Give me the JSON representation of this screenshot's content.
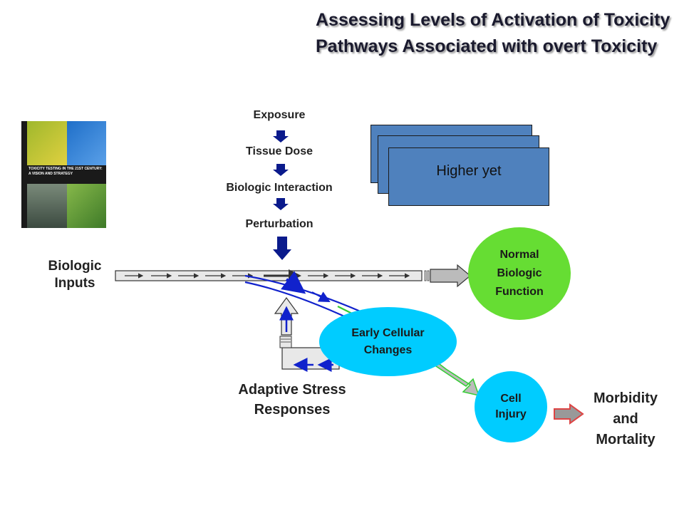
{
  "title": "Assessing Levels of Activation of Toxicity Pathways Associated with overt Toxicity",
  "cover": {
    "caption": "TOXICITY TESTING IN THE 21ST CENTURY: A VISION AND STRATEGY"
  },
  "steps": [
    "Exposure",
    "Tissue Dose",
    "Biologic Interaction",
    "Perturbation"
  ],
  "stacked_card_label": "Higher yet",
  "labels": {
    "biologic_inputs": "Biologic Inputs",
    "normal_function": "Normal Biologic Function",
    "early_changes": "Early Cellular Changes",
    "adaptive": "Adaptive Stress Responses",
    "cell_injury": "Cell Injury",
    "morbidity": "Morbidity and Mortality"
  },
  "colors": {
    "step_arrow": "#0a1a8c",
    "normal_oval": "#66dd33",
    "cyan_oval": "#00ccff",
    "card_blue": "#4f81bd",
    "path_blue": "#1122cc",
    "morbidity_arrow": "#dd4444"
  }
}
